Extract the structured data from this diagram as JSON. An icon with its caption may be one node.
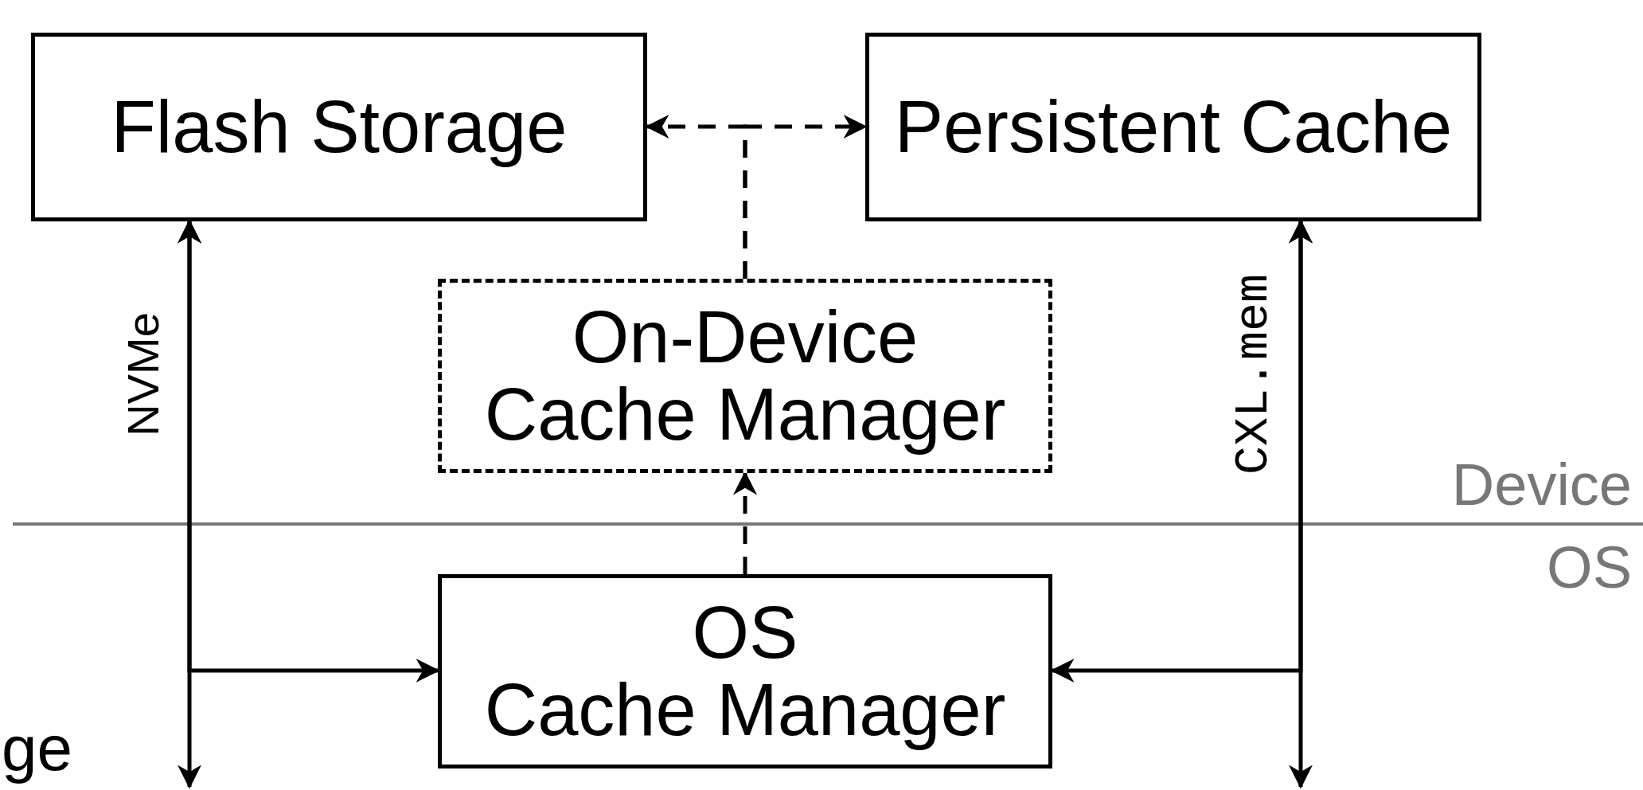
{
  "diagram": {
    "nodes": [
      {
        "text": [
          "Flash Storage"
        ]
      },
      {
        "text": [
          "Persistent Cache"
        ]
      },
      {
        "text": [
          "On-Device Cache Manager"
        ]
      },
      {
        "text": [
          "OS Cache Manager"
        ]
      }
    ],
    "edges": [
      {
        "from": 2,
        "to": 0,
        "arrow": "to",
        "style": "dashed"
      },
      {
        "from": 2,
        "to": 1,
        "arrow": "to",
        "style": "dashed"
      },
      {
        "from": 3,
        "to": 2,
        "arrow": "to",
        "style": "dashed"
      },
      {
        "from": 0,
        "to": null,
        "arrow": "both",
        "label": "NVMe"
      },
      {
        "from": 0,
        "to": 3,
        "arrow": "both"
      },
      {
        "from": 1,
        "to": null,
        "arrow": "both",
        "label": "CXL.mem"
      },
      {
        "from": 1,
        "to": 3,
        "arrow": "both"
      }
    ],
    "labels": [
      "Device",
      "OS",
      "ge"
    ]
  }
}
